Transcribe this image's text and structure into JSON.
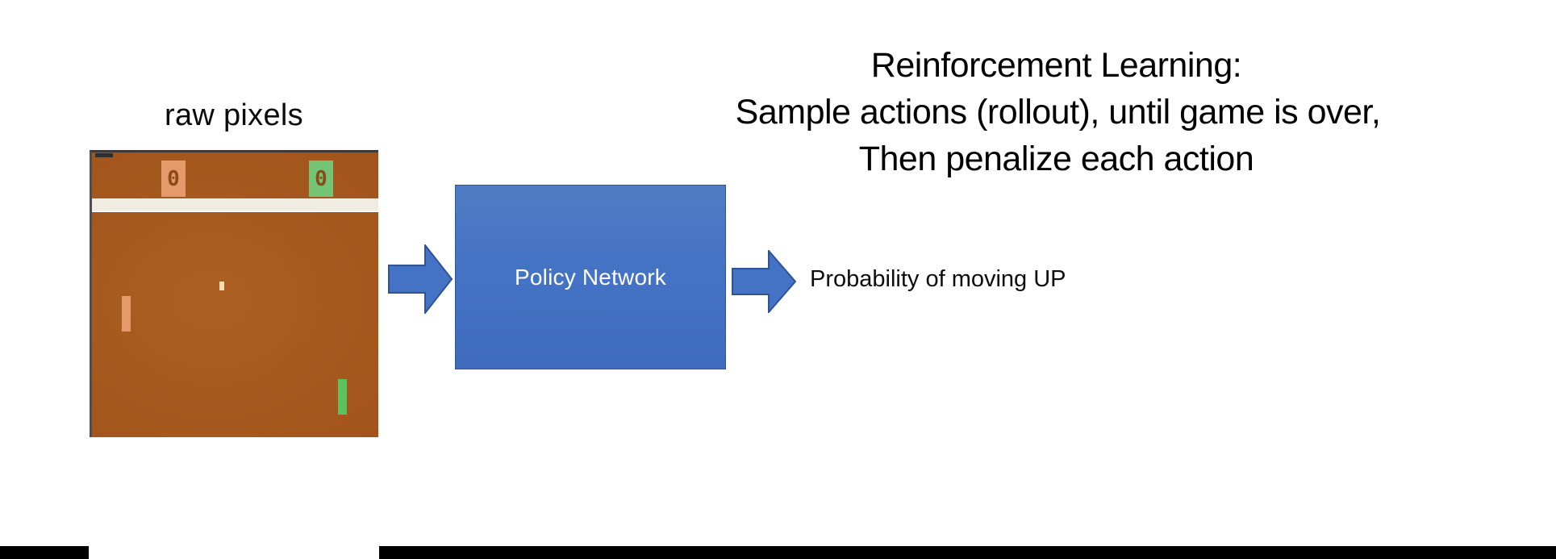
{
  "slide": {
    "background_color": "#ffffff",
    "title_lines": [
      "Reinforcement Learning:",
      "Sample actions (rollout), until game is over,",
      "Then penalize each action"
    ]
  },
  "input": {
    "caption": "raw pixels",
    "game": {
      "name": "atari-pong",
      "background_color": "#a85b1e",
      "score_left": "0",
      "score_left_bg": "#e59a6c",
      "score_right": "0",
      "score_right_bg": "#74c476",
      "divider_color": "#f0ece2",
      "paddle_left_color": "#e59a6c",
      "paddle_right_color": "#5cc25f",
      "ball_color": "#f5deb6"
    }
  },
  "pipeline": {
    "arrow_in": "right-arrow-icon",
    "arrow_out": "right-arrow-icon",
    "arrow_color": "#4472c4",
    "arrow_stroke": "#2e5496",
    "policy_box": {
      "label": "Policy Network",
      "fill_color": "#4472c4",
      "text_color": "#ffffff"
    },
    "output_label": "Probability of moving UP"
  },
  "watermark": {
    "text": ""
  },
  "footer": {
    "bar_color": "#000000"
  }
}
